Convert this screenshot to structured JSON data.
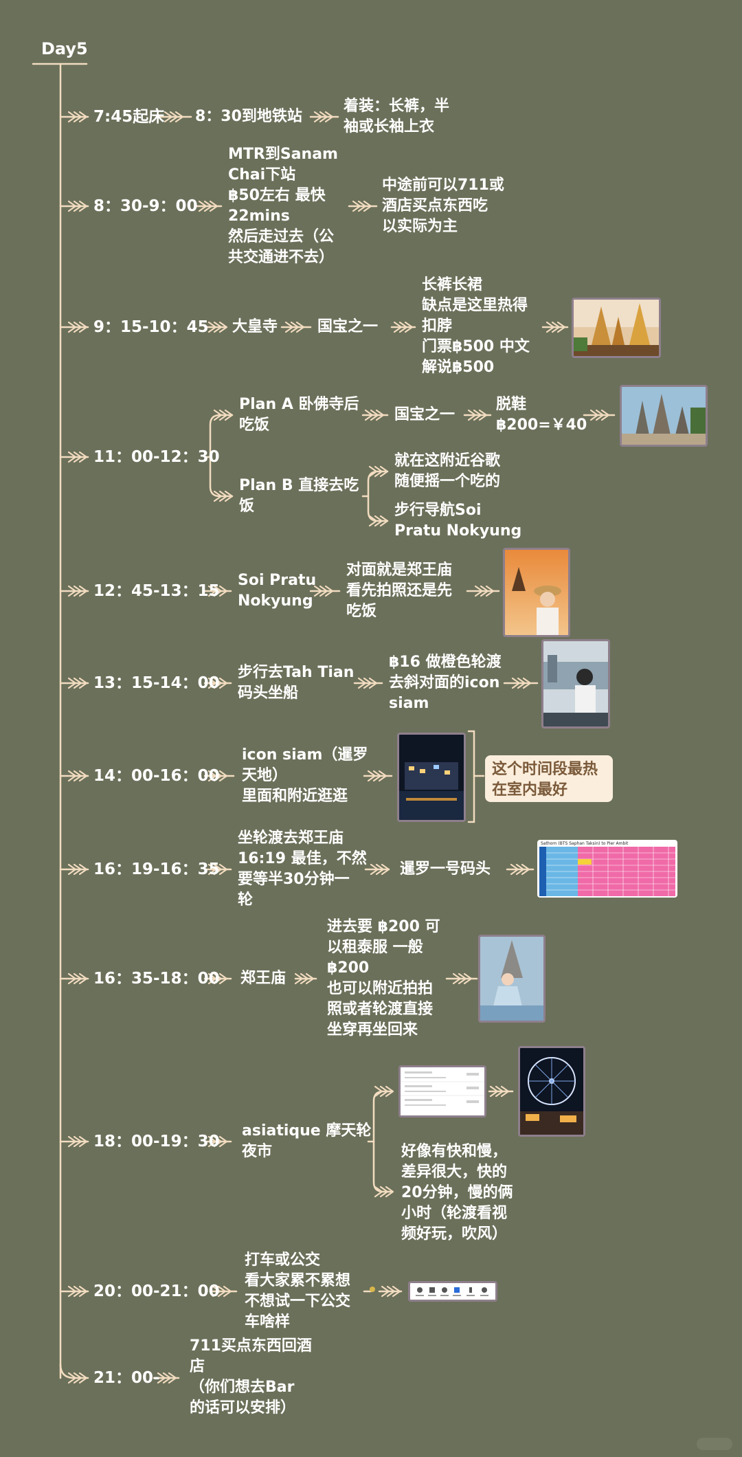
{
  "day": "Day5",
  "rows": [
    {
      "time": "7:45起床",
      "nodes": [
        "8：30到地铁站",
        "着装：长裤，半\n袖或长袖上衣"
      ]
    },
    {
      "time": "8：30-9：00",
      "nodes": [
        "MTR到Sanam\nChai下站\n฿50左右 最快\n22mins\n然后走过去（公\n共交通进不去）",
        "中途前可以711或\n酒店买点东西吃\n以实际为主"
      ]
    },
    {
      "time": "9：15-10：45",
      "nodes": [
        "大皇寺",
        "国宝之一",
        "长裤长裙\n缺点是这里热得\n扣脖\n门票฿500 中文\n解说฿500"
      ],
      "photo": "grand-palace-photo"
    },
    {
      "time": "11：00-12：30",
      "plan_a": [
        "Plan A 卧佛寺后\n吃饭",
        "国宝之一",
        "脱鞋\n฿200=￥40"
      ],
      "plan_b": "Plan B 直接去吃\n饭",
      "plan_b_children": [
        "就在这附近谷歌\n随便摇一个吃的",
        "步行导航Soi\nPratu Nokyung"
      ],
      "photo": "wat-pho-photo"
    },
    {
      "time": "12：45-13：15",
      "nodes": [
        "Soi Pratu\nNokyung",
        "对面就是郑王庙\n看先拍照还是先\n吃饭"
      ],
      "photo": "wat-arun-sunset-photo"
    },
    {
      "time": "13：15-14：00",
      "nodes": [
        "步行去Tah Tian\n码头坐船",
        "฿16 做橙色轮渡\n去斜对面的icon\nsiam"
      ],
      "photo": "ferry-photo"
    },
    {
      "time": "14：00-16：00",
      "nodes": [
        "icon siam（暹罗\n天地）\n里面和附近逛逛"
      ],
      "photo": "icon-siam-night-photo",
      "note": "这个时间段最热\n在室内最好"
    },
    {
      "time": "16：19-16：35",
      "nodes": [
        "坐轮渡去郑王庙\n16:19 最佳，不然\n要等半30分钟一\n轮",
        "暹罗一号码头"
      ],
      "photo": "ferry-timetable-photo",
      "timetable_title": "Sathorn (BTS Saphan Taksin) to Pier Ambit"
    },
    {
      "time": "16：35-18：00",
      "nodes": [
        "郑王庙",
        "进去要 ฿200 可\n以租泰服 一般\n฿200\n也可以附近拍拍\n照或者轮渡直接\n坐穿再坐回来"
      ],
      "photo": "thai-dress-photo"
    },
    {
      "time": "18：00-19：30",
      "nodes": [
        "asiatique 摩天轮\n夜市",
        "好像有快和慢，\n差异很大，快的\n20分钟，慢的俩\n小时（轮渡看视\n频好玩，吹风）"
      ],
      "photo": "ferris-wheel-photo",
      "screenshot": "ferry-options-screenshot"
    },
    {
      "time": "20：00-21：00",
      "nodes": [
        "打车或公交\n看大家累不累想\n不想试一下公交\n车啥样"
      ],
      "screenshot": "transport-options-screenshot"
    },
    {
      "time": "21：00-",
      "nodes": [
        "711买点东西回酒\n店\n（你们想去Bar\n的话可以安排）"
      ]
    }
  ],
  "colors": {
    "background": "#6b705a",
    "line": "#f2dcc0",
    "note_bg": "#fbeedd",
    "note_text": "#7a5a3a",
    "photo_border": "#8e7f8c"
  }
}
